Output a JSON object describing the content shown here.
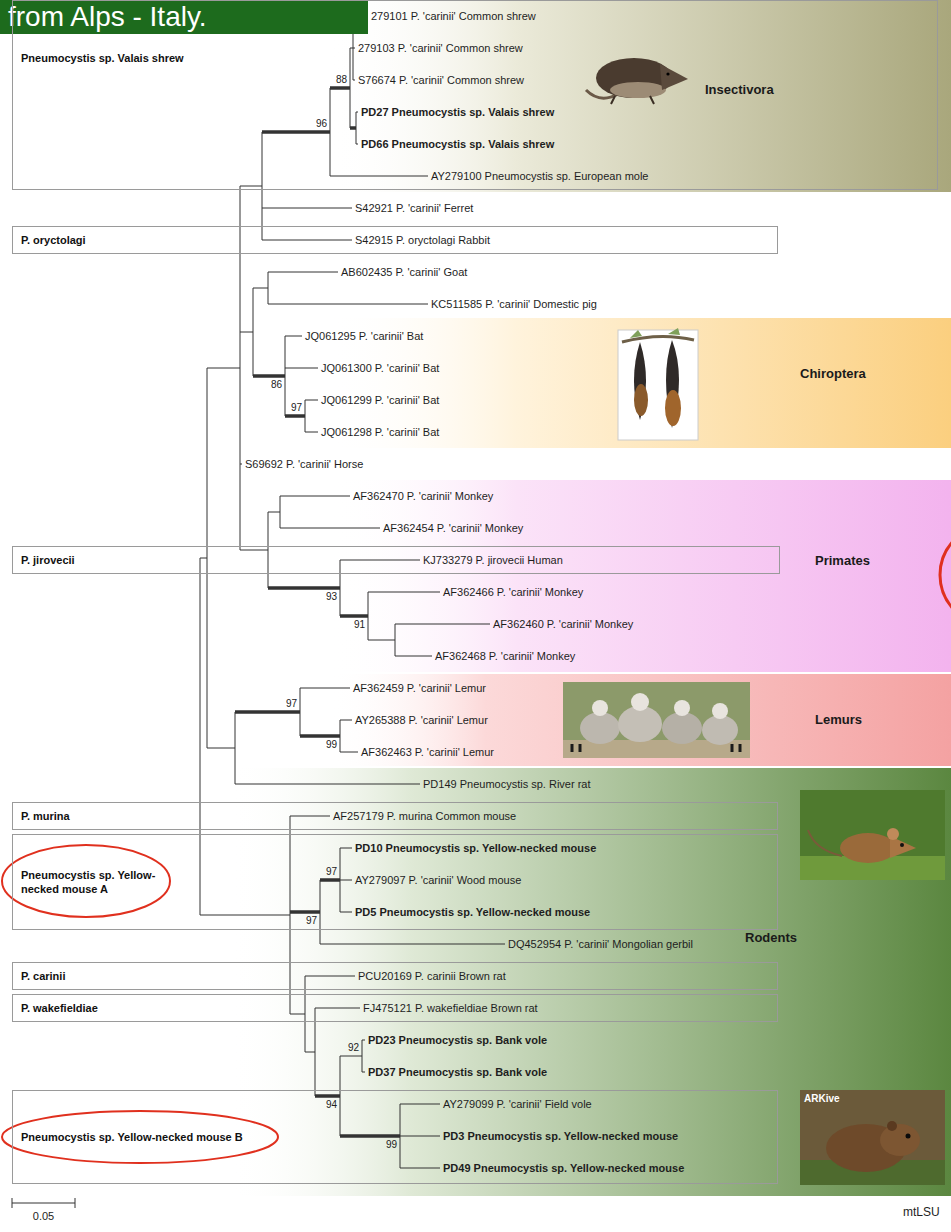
{
  "diagram": {
    "title": "from Alps - Italy.",
    "nodes": [
      {
        "text": [
          "Pneumocystis sp. Valais shrew"
        ]
      },
      {
        "text": [
          "Insectivora"
        ]
      },
      {
        "text": [
          "P. oryctolagi"
        ]
      },
      {
        "text": [
          "Chiroptera"
        ]
      },
      {
        "text": [
          "Primates"
        ]
      },
      {
        "text": [
          "P. jirovecii"
        ]
      },
      {
        "text": [
          "Lemurs"
        ]
      },
      {
        "text": [
          "Rodents"
        ]
      },
      {
        "text": [
          "P. murina"
        ]
      },
      {
        "text": [
          "Pneumocystis sp. Yellow-necked mouse A"
        ]
      },
      {
        "text": [
          "P. carinii"
        ]
      },
      {
        "text": [
          "P. wakefieldiae"
        ]
      },
      {
        "text": [
          "Pneumocystis sp. Yellow-necked mouse B"
        ]
      }
    ],
    "labels": [
      "279101 P. 'carinii' Common shrew",
      "279103 P. 'carinii' Common shrew",
      "S76674 P. 'carinii' Common shrew",
      "88",
      "PD27 Pneumocystis sp. Valais shrew",
      "PD66 Pneumocystis sp. Valais shrew",
      "96",
      "AY279100 Pneumocystis sp. European mole",
      "S42921 P. 'carinii' Ferret",
      "S42915 P. oryctolagi Rabbit",
      "AB602435 P. 'carinii' Goat",
      "KC511585 P. 'carinii' Domestic pig",
      "JQ061295 P. 'carinii' Bat",
      "JQ061300 P. 'carinii' Bat",
      "86",
      "JQ061299 P. 'carinii' Bat",
      "97",
      "JQ061298 P. 'carinii' Bat",
      "S69692 P. 'carinii' Horse",
      "AF362470 P. 'carinii' Monkey",
      "AF362454 P. 'carinii' Monkey",
      "KJ733279 P. jirovecii Human",
      "93",
      "AF362466 P. 'carinii' Monkey",
      "91",
      "AF362460 P. 'carinii' Monkey",
      "AF362468 P. 'carinii' Monkey",
      "AF362459 P. 'carinii' Lemur",
      "97",
      "AY265388 P. 'carinii' Lemur",
      "99",
      "AF362463 P. 'carinii' Lemur",
      "PD149 Pneumocystis sp. River rat",
      "AF257179 P. murina Common mouse",
      "PD10 Pneumocystis sp. Yellow-necked mouse",
      "97",
      "AY279097 P. 'carinii' Wood mouse",
      "PD5 Pneumocystis sp. Yellow-necked mouse",
      "97",
      "DQ452954 P. 'carinii' Mongolian gerbil",
      "PCU20169 P. carinii Brown rat",
      "FJ475121 P. wakefieldiae Brown rat",
      "92",
      "PD23 Pneumocystis sp. Bank vole",
      "PD37 Pneumocystis sp. Bank vole",
      "94",
      "AY279099 P. 'carinii' Field vole",
      "PD3 Pneumocystis sp. Yellow-necked mouse",
      "99",
      "PD49 Pneumocystis sp. Yellow-necked mouse",
      "ARKive",
      "0.05",
      "mtLSU"
    ]
  }
}
